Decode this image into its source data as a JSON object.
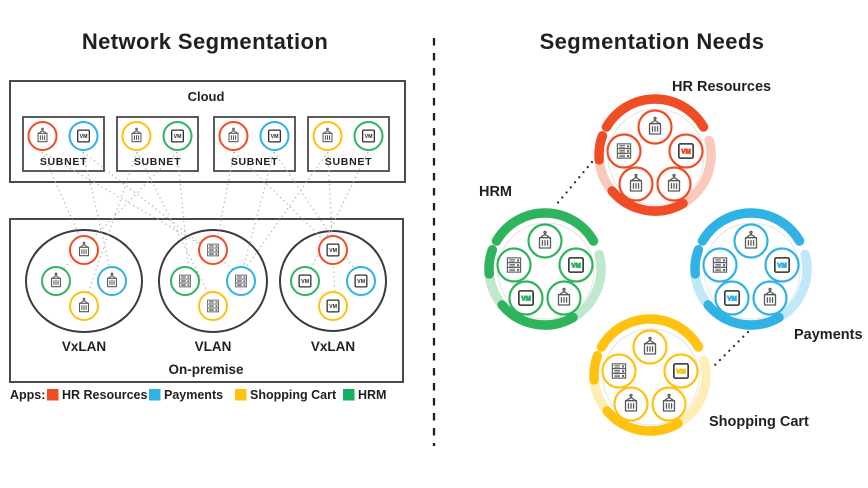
{
  "left": {
    "title": "Network Segmentation",
    "cloud": {
      "label": "Cloud",
      "subnets": [
        {
          "label": "SUBNET",
          "workloads": [
            {
              "icon": "container",
              "app": "HR Resources"
            },
            {
              "icon": "vm",
              "app": "Payments"
            }
          ]
        },
        {
          "label": "SUBNET",
          "workloads": [
            {
              "icon": "container",
              "app": "Shopping Cart"
            },
            {
              "icon": "vm",
              "app": "HRM"
            }
          ]
        },
        {
          "label": "SUBNET",
          "workloads": [
            {
              "icon": "container",
              "app": "HR Resources"
            },
            {
              "icon": "vm",
              "app": "Payments"
            }
          ]
        },
        {
          "label": "SUBNET",
          "workloads": [
            {
              "icon": "container",
              "app": "Shopping Cart"
            },
            {
              "icon": "vm",
              "app": "HRM"
            }
          ]
        }
      ]
    },
    "onprem": {
      "label": "On-premise",
      "zones": [
        {
          "label": "VxLAN",
          "workload_icon": "container",
          "apps": [
            "HR Resources",
            "HRM",
            "Payments",
            "Shopping Cart"
          ]
        },
        {
          "label": "VLAN",
          "workload_icon": "server-rack",
          "apps": [
            "HR Resources",
            "HRM",
            "Payments",
            "Shopping Cart"
          ]
        },
        {
          "label": "VxLAN",
          "workload_icon": "vm",
          "apps": [
            "HR Resources",
            "HRM",
            "Payments",
            "Shopping Cart"
          ]
        }
      ]
    }
  },
  "legend": {
    "prefix": "Apps:",
    "items": [
      {
        "label": "HR Resources",
        "color": "#F04C25"
      },
      {
        "label": "Payments",
        "color": "#31B2E4"
      },
      {
        "label": "Shopping Cart",
        "color": "#FFC20E"
      },
      {
        "label": "HRM",
        "color": "#12B25F"
      }
    ]
  },
  "right": {
    "title": "Segmentation Needs",
    "groups": [
      {
        "label": "HR Resources",
        "color": "#F04C25",
        "workloads": [
          "container",
          "server-rack",
          "vm",
          "container",
          "container"
        ]
      },
      {
        "label": "HRM",
        "color": "#2EB45C",
        "workloads": [
          "container",
          "server-rack",
          "vm",
          "vm",
          "container"
        ]
      },
      {
        "label": "Payments",
        "color": "#31B2E4",
        "workloads": [
          "container",
          "server-rack",
          "vm",
          "vm",
          "container"
        ]
      },
      {
        "label": "Shopping Cart",
        "color": "#FFC20E",
        "workloads": [
          "container",
          "server-rack",
          "vm",
          "container",
          "container"
        ]
      }
    ]
  },
  "icons": {
    "vm_label": "VM",
    "container": "shipping-container-icon",
    "server_rack": "server-rack-icon",
    "vm": "virtual-machine-icon"
  }
}
